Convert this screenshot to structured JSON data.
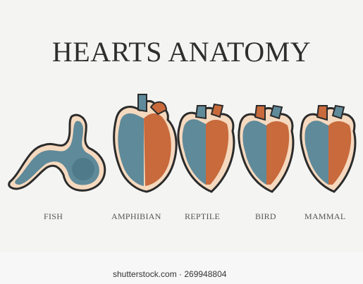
{
  "title": "HEARTS ANATOMY",
  "hearts": [
    {
      "label": "FISH"
    },
    {
      "label": "AMPHIBIAN"
    },
    {
      "label": "REPTILE"
    },
    {
      "label": "BIRD"
    },
    {
      "label": "MAMMAL"
    }
  ],
  "footer": {
    "credit": "shutterstock.com · 269948804"
  },
  "colors": {
    "blue": "#5f8a9a",
    "orange": "#c86a3c",
    "cream": "#f5d9bf",
    "outline": "#2b2b2b"
  }
}
